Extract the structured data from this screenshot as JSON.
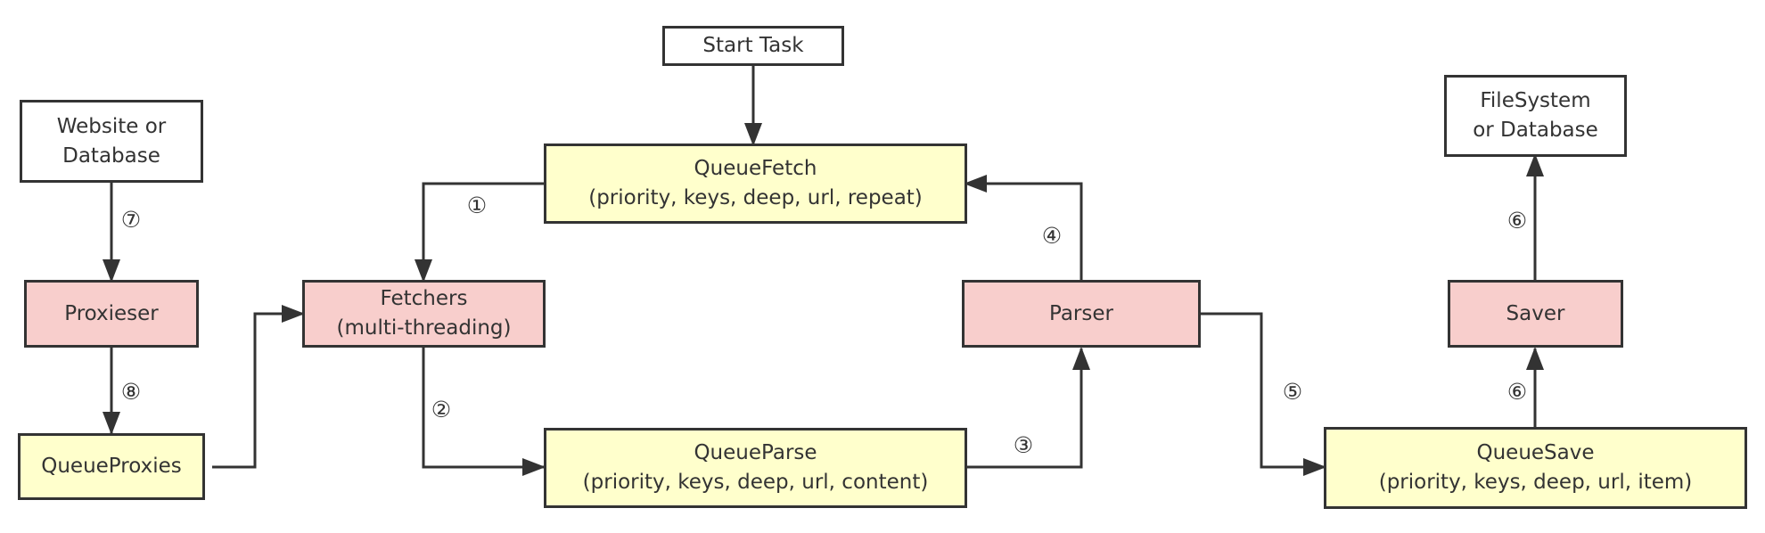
{
  "colors": {
    "stroke": "#333333",
    "plain": "#ffffff",
    "queue": "#ffffcc",
    "worker": "#f8cecc"
  },
  "nodes": {
    "start_task": {
      "line1": "Start Task"
    },
    "website_db": {
      "line1": "Website or",
      "line2": "Database"
    },
    "filesystem_db": {
      "line1": "FileSystem",
      "line2": "or Database"
    },
    "queue_fetch": {
      "line1": "QueueFetch",
      "line2": "(priority, keys, deep, url, repeat)"
    },
    "fetchers": {
      "line1": "Fetchers",
      "line2": "(multi-threading)"
    },
    "proxieser": {
      "line1": "Proxieser"
    },
    "parser": {
      "line1": "Parser"
    },
    "saver": {
      "line1": "Saver"
    },
    "queue_proxies": {
      "line1": "QueueProxies"
    },
    "queue_parse": {
      "line1": "QueueParse",
      "line2": "(priority, keys, deep, url, content)"
    },
    "queue_save": {
      "line1": "QueueSave",
      "line2": "(priority, keys, deep, url, item)"
    }
  },
  "steps": {
    "s1": "①",
    "s2": "②",
    "s3": "③",
    "s4": "④",
    "s5": "⑤",
    "s6a": "⑥",
    "s6b": "⑥",
    "s7": "⑦",
    "s8": "⑧"
  }
}
